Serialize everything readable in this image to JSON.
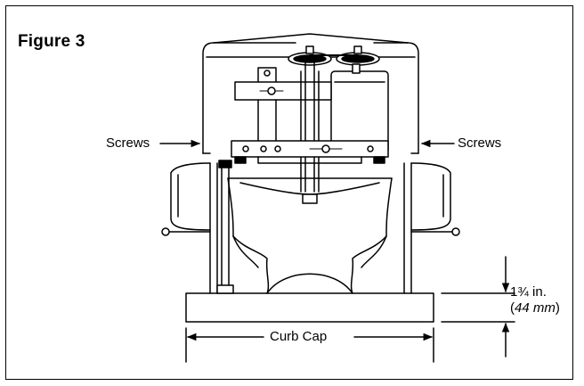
{
  "figure": {
    "title": "Figure 3"
  },
  "labels": {
    "screws_left": "Screws",
    "screws_right": "Screws",
    "curb_cap": "Curb Cap",
    "dimension_imperial": "1¾ in.",
    "dimension_metric": "44 mm"
  },
  "colors": {
    "line": "#000000",
    "background": "#ffffff"
  }
}
